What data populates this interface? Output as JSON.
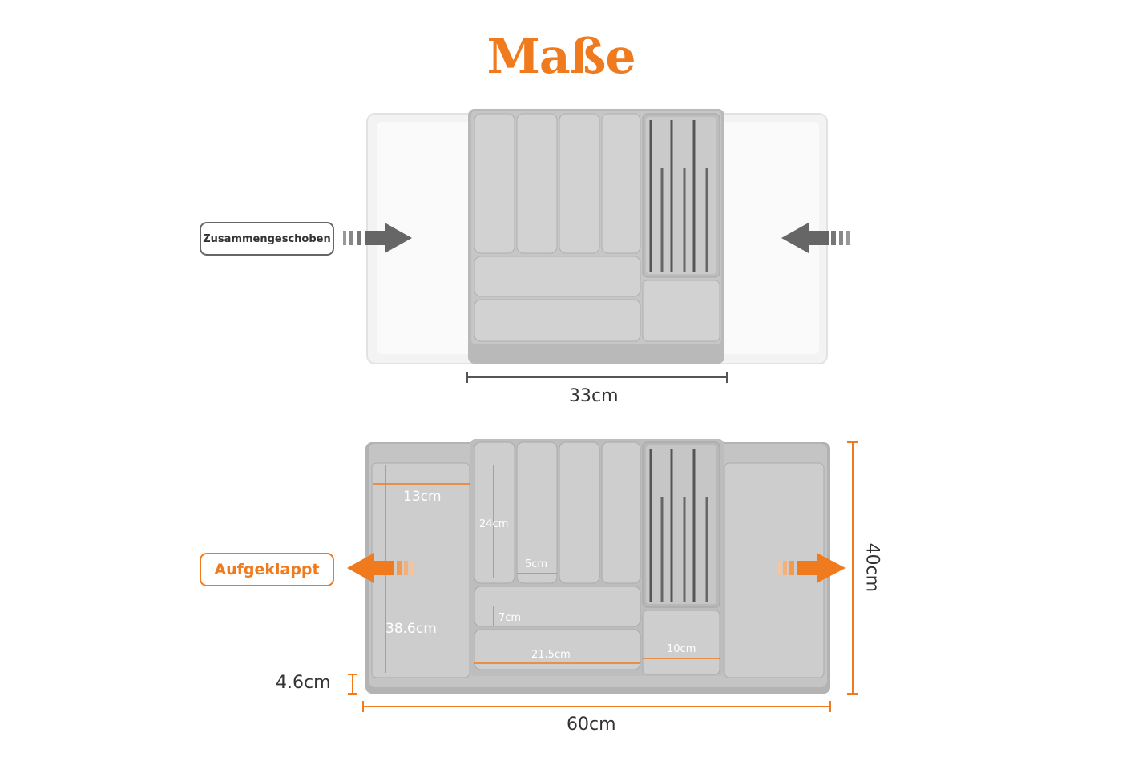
{
  "title": "Maße",
  "states": {
    "collapsed": {
      "label": "Zusammengeschoben"
    },
    "expanded": {
      "label": "Aufgeklappt"
    }
  },
  "dimensions": {
    "width_collapsed": "33cm",
    "width_expanded": "60cm",
    "depth": "40cm",
    "height": "4.6cm",
    "side_compartment_width": "13cm",
    "side_compartment_length": "38.6cm",
    "slot_length": "24cm",
    "slot_width": "5cm",
    "bottom_slot_depth": "7cm",
    "bottom_slot_length": "21.5cm",
    "knife_block_width": "10cm"
  },
  "colors": {
    "accent": "#f07a1e",
    "tray_grey": "#c4c4c4",
    "tray_dark": "#a8a8a8",
    "white_tray": "#f4f4f4"
  }
}
